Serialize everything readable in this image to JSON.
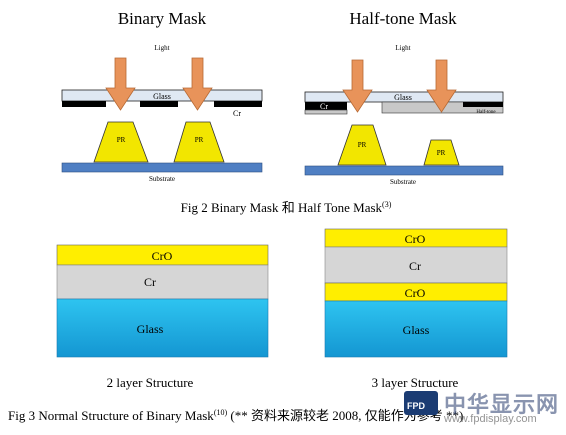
{
  "top_diagram": {
    "binary_title": "Binary Mask",
    "halftone_title": "Half-tone Mask",
    "light_label": "Light",
    "glass_label": "Glass",
    "cr_label": "Cr",
    "pr_label": "PR",
    "halftone_layer_label": "Half-tone",
    "substrate_label": "Substrate",
    "caption_main": "Fig 2 Binary Mask 和 Half Tone Mask",
    "caption_sup": "(3)"
  },
  "bottom_diagram": {
    "left_stack": {
      "layers": [
        "CrO",
        "Cr",
        "Glass"
      ],
      "caption": "2 layer Structure"
    },
    "right_stack": {
      "layers": [
        "CrO",
        "Cr",
        "CrO",
        "Glass"
      ],
      "caption": "3 layer Structure"
    },
    "caption_main": "Fig 3 Normal Structure of Binary Mask",
    "caption_sup": "(10)",
    "caption_note": " (** 资料来源较老 2008, 仅能作为参考 **)"
  },
  "watermark": {
    "logo": "FPD",
    "chinese": "中华显示网",
    "url": "www.fpdisplay.com"
  },
  "colors": {
    "arrow": "#e8935a",
    "glass_top": "#dfe8f3",
    "chrome": "#000000",
    "pr": "#f2e600",
    "substrate": "#4f7fc3",
    "halftone_gray": "#c8c8c8",
    "cro": "#ffee00",
    "cr_layer": "#d6d6d6",
    "glass_layer": "#1fb3e6"
  }
}
